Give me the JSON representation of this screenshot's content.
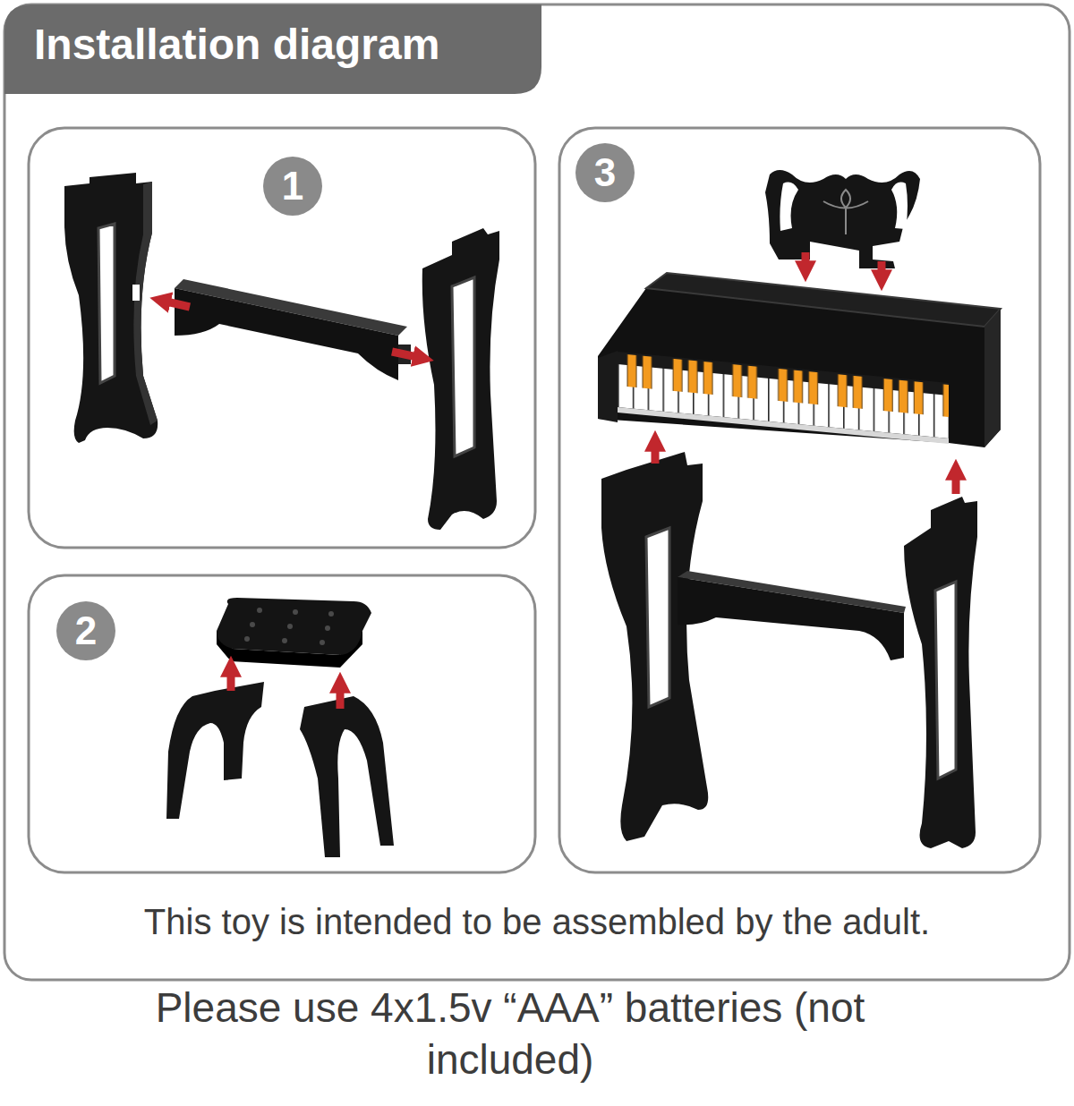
{
  "diagram": {
    "title": "Installation diagram",
    "caption": "Please use 4x1.5v “AAA” batteries (not included)",
    "nodes": [
      {
        "text": [
          "1"
        ]
      },
      {
        "text": [
          "2"
        ]
      },
      {
        "text": [
          "3"
        ]
      }
    ],
    "labels": [
      "This toy is intended to be assembled by the adult."
    ]
  }
}
